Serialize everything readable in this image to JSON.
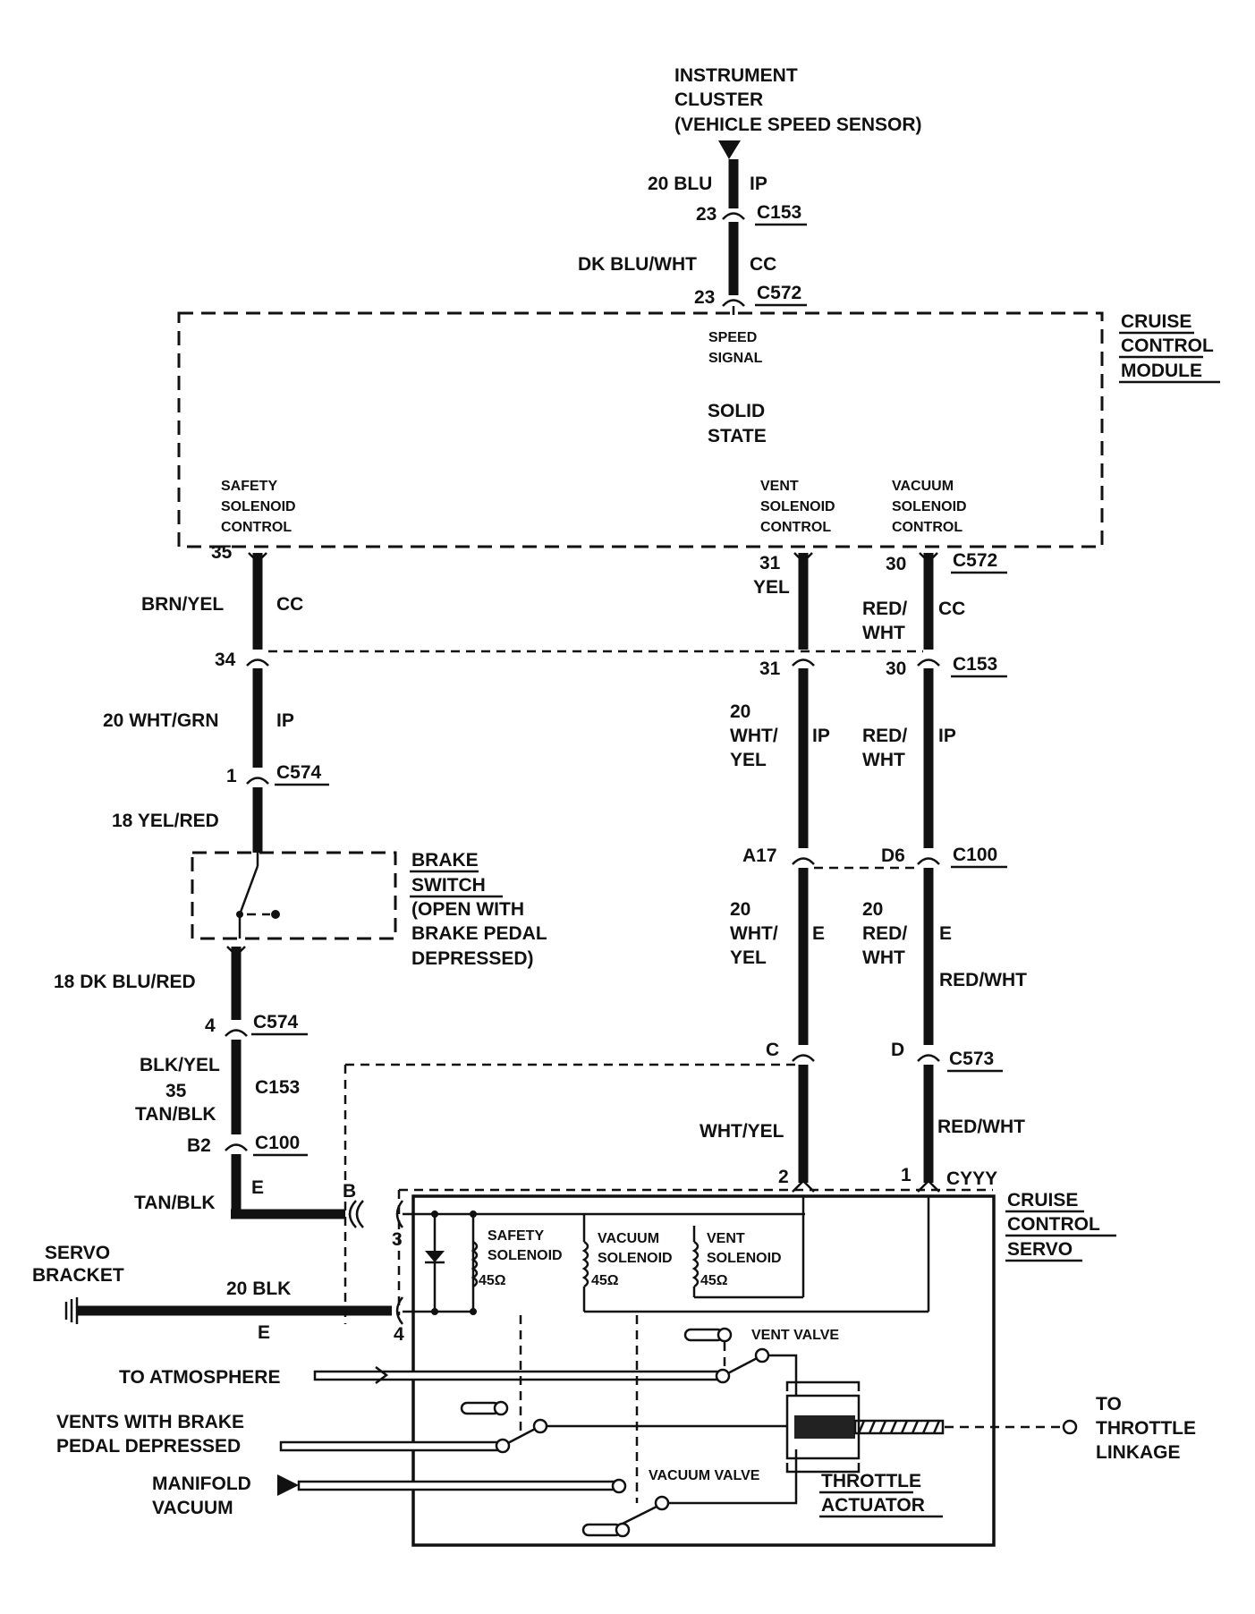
{
  "top": {
    "line1": "INSTRUMENT",
    "line2": "CLUSTER",
    "line3": "(VEHICLE SPEED SENSOR)"
  },
  "speed_wire": {
    "gauge_color_ip": "20 BLU",
    "harness_ip": "IP",
    "pin_c153": "23",
    "conn_c153": "C153",
    "color_cc": "DK BLU/WHT",
    "harness_cc": "CC",
    "pin_c572": "23",
    "conn_c572": "C572"
  },
  "module": {
    "title1": "CRUISE",
    "title2": "CONTROL",
    "title3": "MODULE",
    "speed1": "SPEED",
    "speed2": "SIGNAL",
    "core1": "SOLID",
    "core2": "STATE",
    "safety1": "SAFETY",
    "safety2": "SOLENOID",
    "safety3": "CONTROL",
    "vent1": "VENT",
    "vent2": "SOLENOID",
    "vent3": "CONTROL",
    "vac1": "VACUUM",
    "vac2": "SOLENOID",
    "vac3": "CONTROL"
  },
  "left_chain": {
    "pin35": "35",
    "brn_yel": "BRN/YEL",
    "cc": "CC",
    "pin34": "34",
    "wht_grn": "20 WHT/GRN",
    "ip": "IP",
    "pin1": "1",
    "c574a": "C574",
    "yel_red": "18 YEL/RED",
    "brake1": "BRAKE",
    "brake2": "SWITCH",
    "brake3": "(OPEN WITH",
    "brake4": "BRAKE PEDAL",
    "brake5": "DEPRESSED)",
    "dk_blu_red": "18 DK BLU/RED",
    "pin4": "4",
    "c574b": "C574",
    "blk_yel": "BLK/YEL",
    "c153": "C153",
    "n35": "35",
    "tan_blk_a": "TAN/BLK",
    "b2": "B2",
    "c100": "C100",
    "e": "E",
    "tan_blk_b": "TAN/BLK",
    "b": "B"
  },
  "vent_chain": {
    "pin31a": "31",
    "yel": "YEL",
    "pin31b": "31",
    "g20": "20",
    "wht": "WHT/",
    "ip": "IP",
    "yel2": "YEL",
    "a17": "A17",
    "g20b": "20",
    "wht2": "WHT/",
    "e": "E",
    "yel3": "YEL",
    "c": "C",
    "wht_yel": "WHT/YEL",
    "pin2": "2"
  },
  "vac_chain": {
    "pin30a": "30",
    "c572": "C572",
    "red1": "RED/",
    "cc": "CC",
    "wht1": "WHT",
    "pin30b": "30",
    "c153": "C153",
    "red2": "RED/",
    "ip": "IP",
    "wht2": "WHT",
    "d6": "D6",
    "c100": "C100",
    "g20": "20",
    "red3": "RED/",
    "e": "E",
    "wht3": "WHT",
    "red_wht_a": "RED/WHT",
    "d": "D",
    "c573": "C573",
    "red_wht_b": "RED/WHT",
    "pin1": "1",
    "cyyy": "CYYY"
  },
  "servo": {
    "title1": "CRUISE",
    "title2": "CONTROL",
    "title3": "SERVO",
    "pin3": "3",
    "pin4": "4",
    "safety1": "SAFETY",
    "safety2": "SOLENOID",
    "vacuum1": "VACUUM",
    "vacuum2": "SOLENOID",
    "vent1": "VENT",
    "vent2": "SOLENOID",
    "ohm1": "45Ω",
    "ohm2": "45Ω",
    "ohm3": "45Ω",
    "bracket1": "SERVO",
    "bracket2": "BRACKET",
    "blk": "20 BLK",
    "e": "E",
    "vent_valve": "VENT VALVE",
    "vacuum_valve": "VACUUM VALVE",
    "to_atmos": "TO ATMOSPHERE",
    "vents1": "VENTS WITH BRAKE",
    "vents2": "PEDAL DEPRESSED",
    "manifold1": "MANIFOLD",
    "manifold2": "VACUUM",
    "actuator1": "THROTTLE",
    "actuator2": "ACTUATOR",
    "to1": "TO",
    "to2": "THROTTLE",
    "to3": "LINKAGE"
  }
}
